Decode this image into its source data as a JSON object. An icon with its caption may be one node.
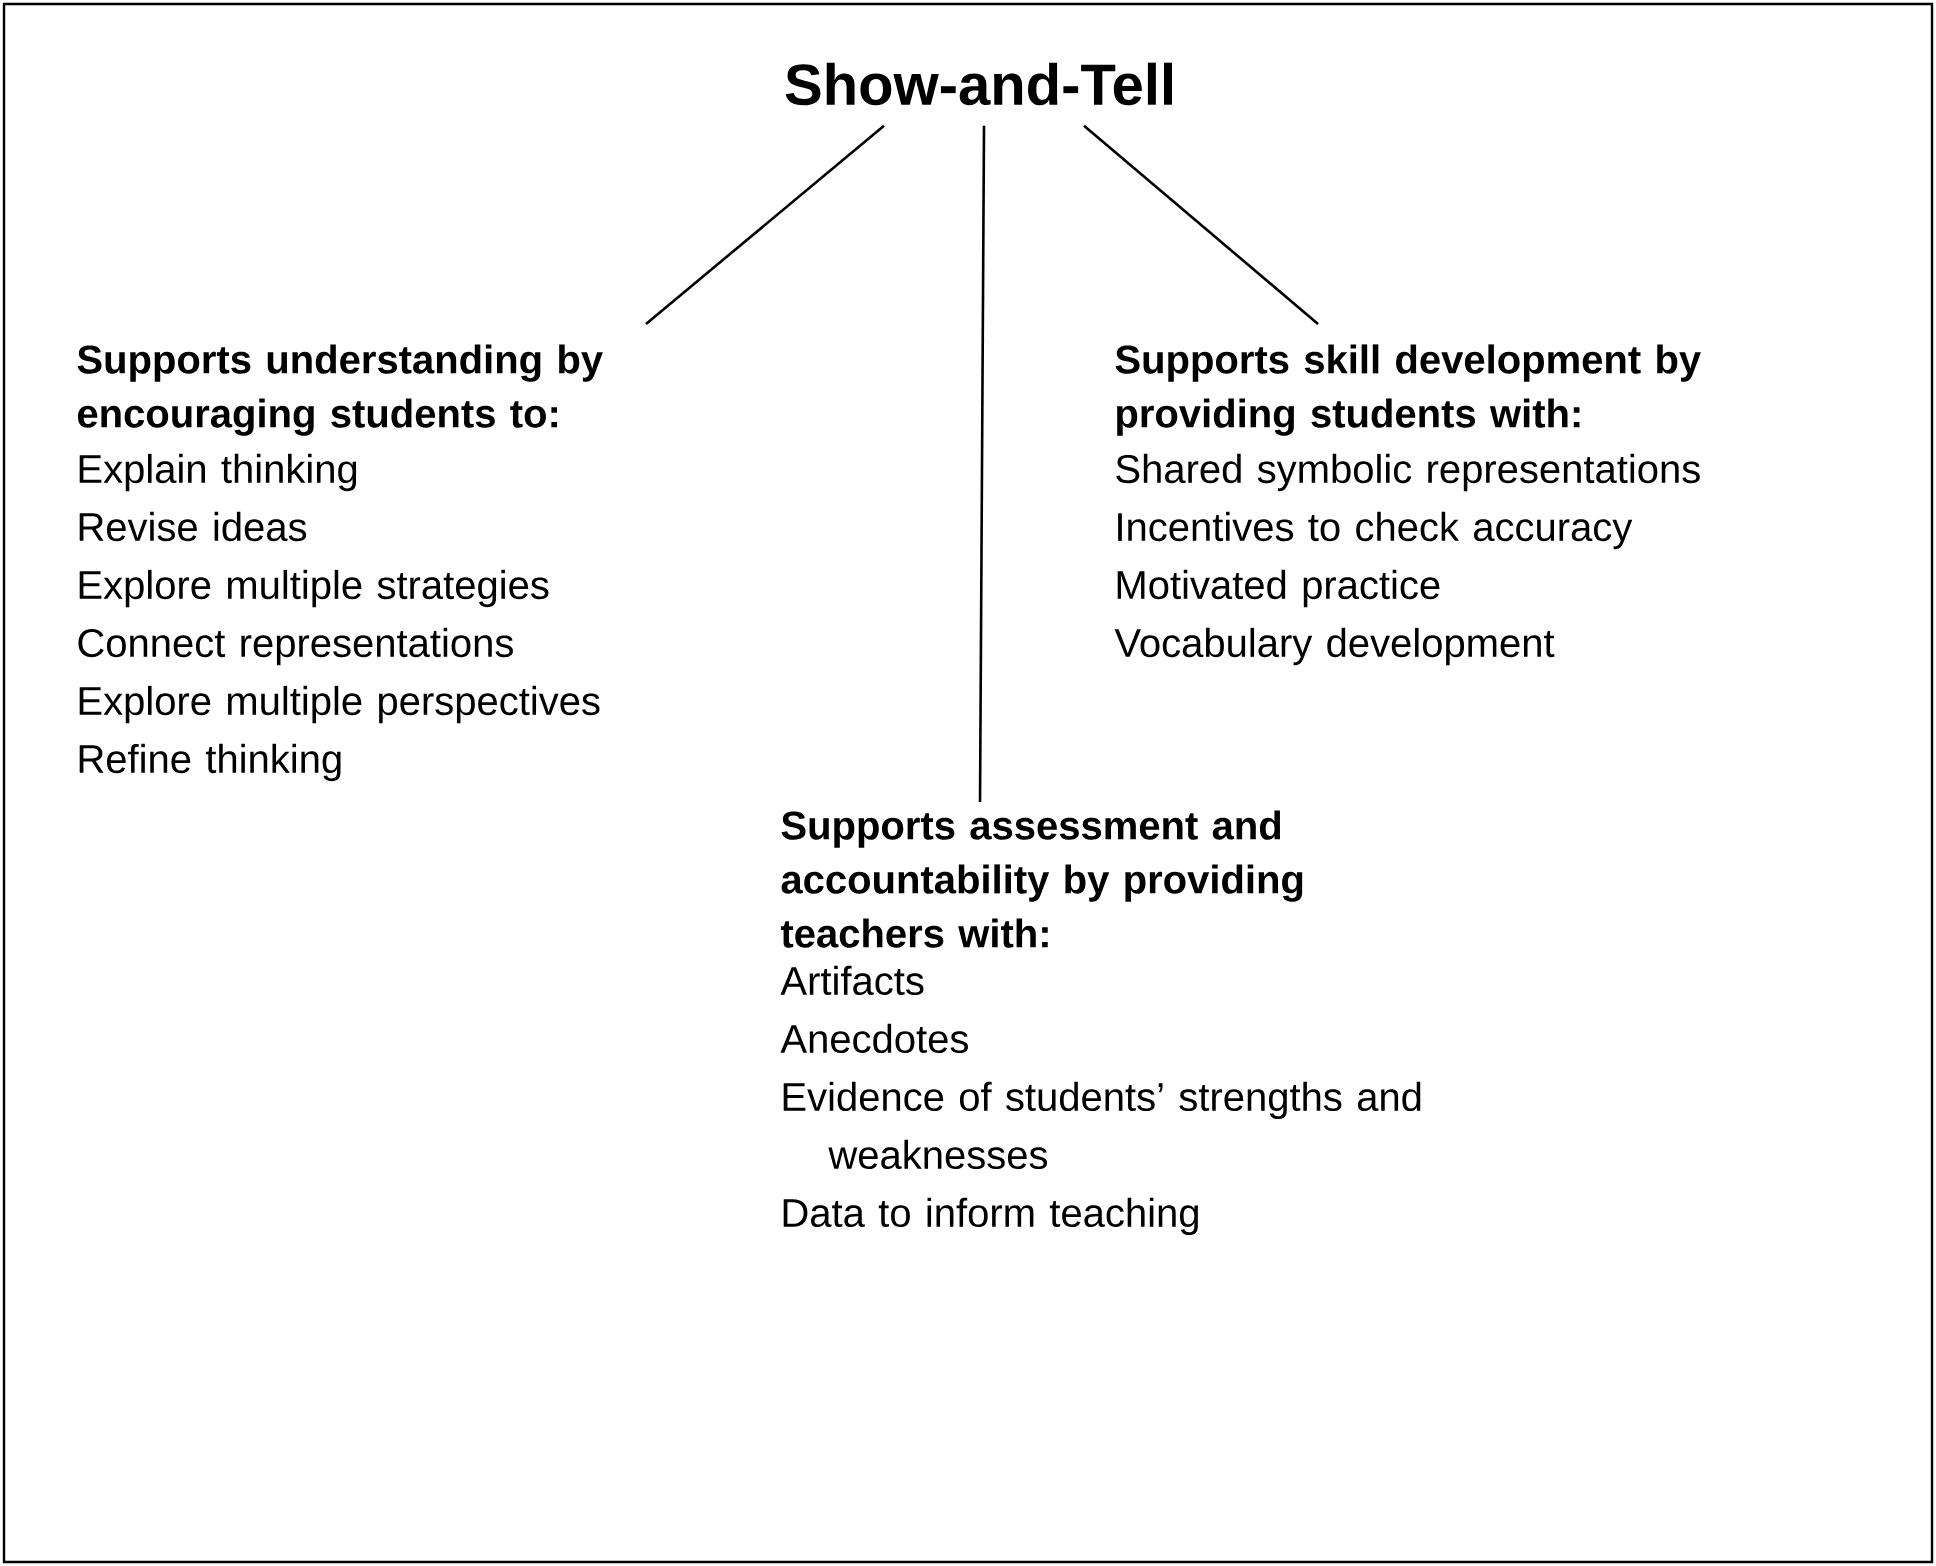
{
  "diagram": {
    "nodes": [
      {
        "text": [
          "Show-and-Tell"
        ]
      },
      {
        "text": [
          "Supports understanding by encouraging students to:",
          "Explain thinking",
          "Revise ideas",
          "Explore multiple strategies",
          "Connect representations",
          "Explore multiple perspectives",
          "Refine thinking"
        ]
      },
      {
        "text": [
          "Supports skill development by providing students with:",
          "Shared symbolic representations",
          "Incentives to check accuracy",
          "Motivated practice",
          "Vocabulary development"
        ]
      },
      {
        "text": [
          "Supports assessment and accountability by providing teachers with:",
          "Artifacts",
          "Anecdotes",
          "Evidence of students’ strengths and weaknesses",
          "Data to inform teaching"
        ]
      }
    ],
    "edges": [
      {
        "from": 0,
        "to": 1,
        "arrow": "none"
      },
      {
        "from": 0,
        "to": 3,
        "arrow": "none"
      },
      {
        "from": 0,
        "to": 2,
        "arrow": "none"
      }
    ]
  }
}
